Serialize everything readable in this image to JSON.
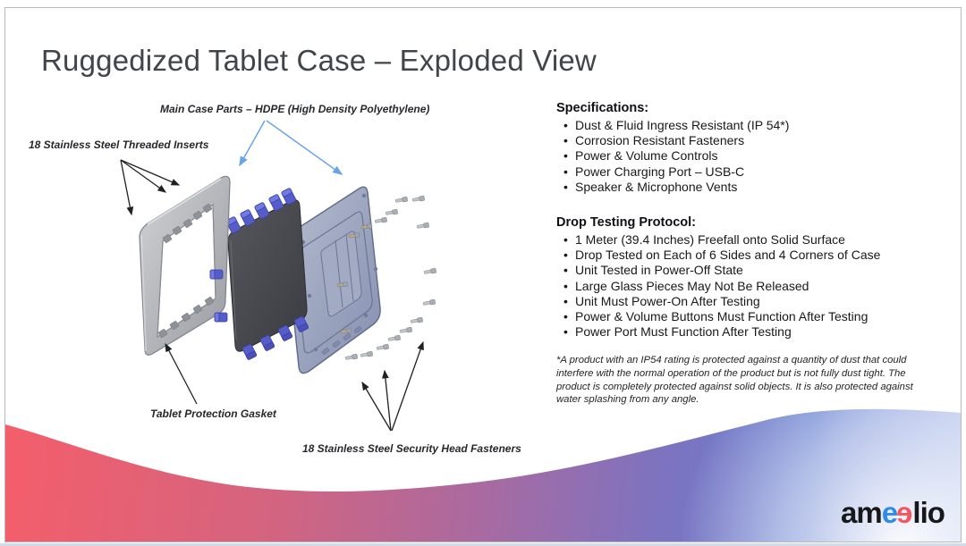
{
  "slide": {
    "title": "Ruggedized Tablet Case – Exploded View"
  },
  "diagram": {
    "labels": {
      "main_case": "Main Case Parts – HDPE (High Density Polyethylene)",
      "threaded_inserts": "18 Stainless Steel Threaded Inserts",
      "gasket": "Tablet Protection Gasket",
      "fasteners": "18 Stainless Steel Security Head Fasteners"
    }
  },
  "specifications": {
    "heading": "Specifications:",
    "items": [
      "Dust & Fluid Ingress Resistant (IP 54*)",
      "Corrosion Resistant Fasteners",
      "Power & Volume Controls",
      "Power Charging Port – USB-C",
      "Speaker & Microphone Vents"
    ]
  },
  "drop_testing": {
    "heading": "Drop Testing Protocol:",
    "items": [
      "1 Meter (39.4 Inches) Freefall onto Solid Surface",
      "Drop Tested on Each of 6 Sides and 4 Corners of Case",
      "Unit Tested in Power-Off State",
      "Large Glass Pieces May Not Be Released",
      "Unit Must Power-On After Testing",
      "Power & Volume Buttons Must Function After Testing",
      "Power Port Must Function After Testing"
    ]
  },
  "footnote": "*A product with an IP54 rating is protected against a quantity of dust that could interfere with the normal operation of the product but is not fully dust tight. The product is completely protected against solid objects. It is also protected against water splashing from any angle.",
  "logo": {
    "part1": "am",
    "part2": "e",
    "part3": "e",
    "part4": "lio"
  },
  "colors": {
    "title_text": "#414449",
    "wave_red": "#f45e6a",
    "wave_purple": "#a96aa0",
    "wave_blue": "#667fd0",
    "logo_blue": "#2e8bea",
    "logo_red": "#f4555e",
    "arrow_black": "#202124",
    "arrow_blue": "#69a4e9",
    "frame_gray": "#b4b6bb",
    "gasket_dark": "#46474c",
    "clip_blue": "#565dcb",
    "case_bluegray": "#9aa3bd"
  }
}
